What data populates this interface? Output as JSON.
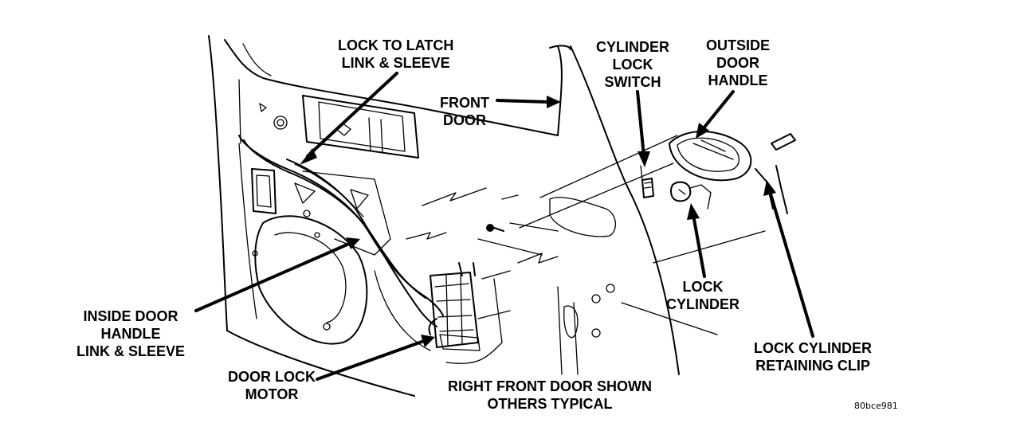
{
  "labels": {
    "lock_to_latch": [
      "LOCK TO LATCH",
      "LINK & SLEEVE"
    ],
    "front_door": [
      "FRONT",
      "DOOR"
    ],
    "cylinder_lock_switch": [
      "CYLINDER",
      "LOCK",
      "SWITCH"
    ],
    "outside_door_handle": [
      "OUTSIDE",
      "DOOR",
      "HANDLE"
    ],
    "inside_door_handle": [
      "INSIDE DOOR",
      "HANDLE",
      "LINK & SLEEVE"
    ],
    "lock_cylinder": [
      "LOCK",
      "CYLINDER"
    ],
    "door_lock_motor": [
      "DOOR LOCK",
      "MOTOR"
    ],
    "shown_note": [
      "RIGHT FRONT DOOR SHOWN",
      "OTHERS TYPICAL"
    ],
    "retaining_clip": [
      "LOCK CYLINDER",
      "RETAINING CLIP"
    ]
  },
  "figure_code": "80bce981"
}
